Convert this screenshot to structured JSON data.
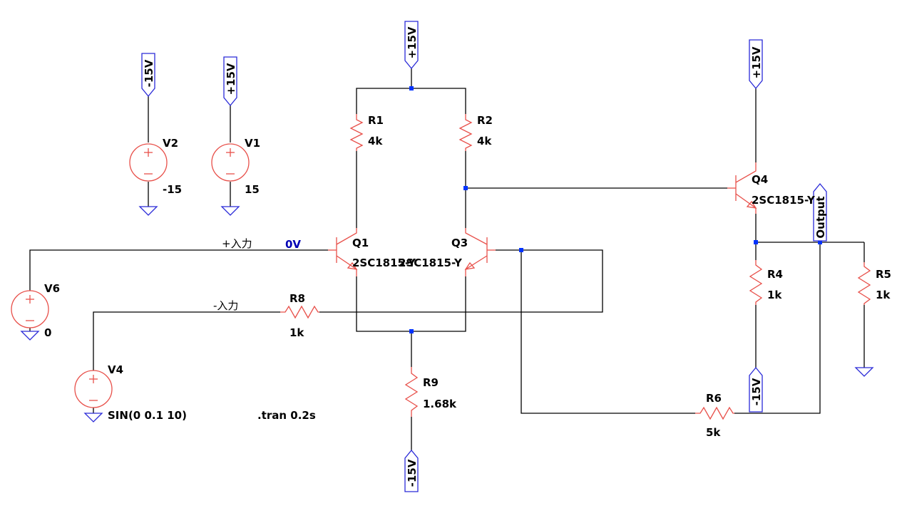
{
  "colors": {
    "wire": "#000000",
    "component": "#e8504a",
    "flag": "#2a2ad8",
    "junction": "#0033ff",
    "op_label": "#0000b4",
    "background": "#ffffff"
  },
  "net_flags": {
    "v2_top": "-15V",
    "v1_top": "+15V",
    "rail_top": "+15V",
    "q4_top": "+15V",
    "r9_bottom": "-15V",
    "r4_bottom": "-15V",
    "output": "Output"
  },
  "components": {
    "V2": {
      "name": "V2",
      "value": "-15"
    },
    "V1": {
      "name": "V1",
      "value": "15"
    },
    "V6": {
      "name": "V6",
      "value": "0"
    },
    "V4": {
      "name": "V4",
      "value": "SIN(0 0.1 10)"
    },
    "R1": {
      "name": "R1",
      "value": "4k"
    },
    "R2": {
      "name": "R2",
      "value": "4k"
    },
    "R4": {
      "name": "R4",
      "value": "1k"
    },
    "R5": {
      "name": "R5",
      "value": "1k"
    },
    "R6": {
      "name": "R6",
      "value": "5k"
    },
    "R8": {
      "name": "R8",
      "value": "1k"
    },
    "R9": {
      "name": "R9",
      "value": "1.68k"
    },
    "Q1": {
      "name": "Q1",
      "value": "2SC1815-Y"
    },
    "Q3": {
      "name": "Q3",
      "value": "2SC1815-Y"
    },
    "Q4": {
      "name": "Q4",
      "value": "2SC1815-Y"
    }
  },
  "net_labels": {
    "plus_input": "+入力",
    "minus_input": "-入力"
  },
  "operating_point": "0V",
  "directive": ".tran 0.2s"
}
